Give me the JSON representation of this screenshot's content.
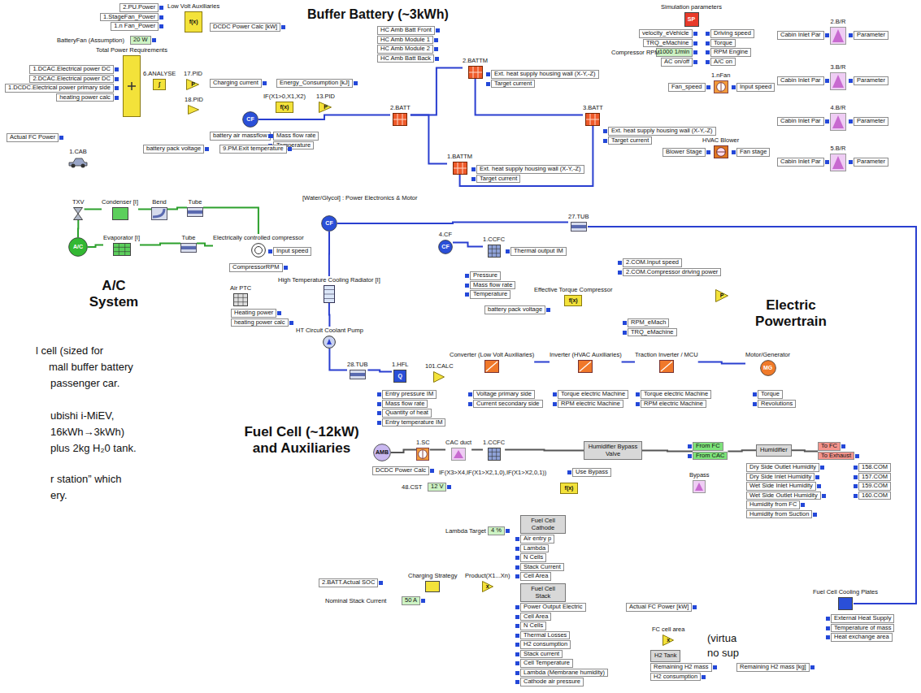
{
  "diagram": {
    "nodes": [
      {
        "text": [
          "2.PU.Power",
          "1.StageFan_Power",
          "1.n Fan_Power"
        ]
      },
      {
        "text": [
          "20 W"
        ]
      },
      {
        "text": [
          "Low Volt Auxiliaries",
          "f(x)"
        ]
      },
      {
        "text": [
          "DCDC Power Calc [kW]"
        ]
      },
      {
        "text": [
          "Total Power Requirements"
        ]
      },
      {
        "text": [
          "1.DCAC.Electrical power DC",
          "2.DCAC.Electrical power DC",
          "1.DCDC.Electrical power primary side",
          "heating power calc"
        ]
      },
      {
        "text": [
          "Actual FC Power"
        ]
      },
      {
        "text": [
          "6.ANALYSE",
          "∫"
        ]
      },
      {
        "text": [
          "17.PID",
          "P"
        ]
      },
      {
        "text": [
          "Charging current"
        ]
      },
      {
        "text": [
          "Energy_Consumption [kJ]"
        ]
      },
      {
        "text": [
          "18.PID"
        ]
      },
      {
        "text": [
          "IF(X1>0,X1,X2)",
          "f(x)"
        ]
      },
      {
        "text": [
          "13.PID",
          "P"
        ]
      },
      {
        "text": [
          "CF"
        ]
      },
      {
        "text": [
          "battery air massflow"
        ]
      },
      {
        "text": [
          "Mass flow rate",
          "Temperature"
        ]
      },
      {
        "text": [
          "battery pack voltage"
        ]
      },
      {
        "text": [
          "9.PM.Exit temperature"
        ]
      },
      {
        "text": [
          "HC Amb Batt Front",
          "HC Amb Module 1",
          "HC Amb Module 2",
          "HC Amb Batt Back"
        ]
      },
      {
        "text": [
          "2.BATTM"
        ]
      },
      {
        "text": [
          "Ext. heat supply housing wall (X-Y,-Z)",
          "Target current"
        ]
      },
      {
        "text": [
          "2.BATT"
        ]
      },
      {
        "text": [
          "1.BATTM"
        ]
      },
      {
        "text": [
          "Ext. heat supply housing wall (X-Y,-Z)",
          "Target current"
        ]
      },
      {
        "text": [
          "3.BATT"
        ]
      },
      {
        "text": [
          "Ext. heat supply housing wall (X-Y,-Z)",
          "Target current"
        ]
      },
      {
        "text": [
          "Simulation parameters",
          "SP"
        ]
      },
      {
        "text": [
          "velocity_eVehicle",
          "TRQ_eMachine"
        ]
      },
      {
        "text": [
          "1000 1/min"
        ]
      },
      {
        "text": [
          "AC on/off"
        ]
      },
      {
        "text": [
          "Driving speed",
          "Torque",
          "RPM Engine",
          "A/C on"
        ]
      },
      {
        "text": [
          "1.nFan"
        ]
      },
      {
        "text": [
          "Fan_speed"
        ]
      },
      {
        "text": [
          "Input speed"
        ]
      },
      {
        "text": [
          "HVAC Blower"
        ]
      },
      {
        "text": [
          "Blower Stage"
        ]
      },
      {
        "text": [
          "Fan stage"
        ]
      },
      {
        "text": [
          "2.B/R"
        ]
      },
      {
        "text": [
          "Cabin Inlet Par"
        ]
      },
      {
        "text": [
          "Parameter"
        ]
      },
      {
        "text": [
          "3.B/R"
        ]
      },
      {
        "text": [
          "Cabin Inlet Par"
        ]
      },
      {
        "text": [
          "Parameter"
        ]
      },
      {
        "text": [
          "4.B/R"
        ]
      },
      {
        "text": [
          "Cabin Inlet Par"
        ]
      },
      {
        "text": [
          "Parameter"
        ]
      },
      {
        "text": [
          "5.B/R"
        ]
      },
      {
        "text": [
          "Cabin Inlet Par"
        ]
      },
      {
        "text": [
          "Parameter"
        ]
      },
      {
        "text": [
          "1.CAB"
        ]
      },
      {
        "text": [
          "TXV"
        ]
      },
      {
        "text": [
          "Condenser [I]"
        ]
      },
      {
        "text": [
          "Bend"
        ]
      },
      {
        "text": [
          "Tube"
        ]
      },
      {
        "text": [
          "A/C"
        ]
      },
      {
        "text": [
          "Evaporator [I]"
        ]
      },
      {
        "text": [
          "Tube"
        ]
      },
      {
        "text": [
          "Electrically controlled compressor"
        ]
      },
      {
        "text": [
          "Input speed"
        ]
      },
      {
        "text": [
          "CompressorRPM"
        ]
      },
      {
        "text": [
          "Air PTC"
        ]
      },
      {
        "text": [
          "Heating power",
          "heating power calc"
        ]
      },
      {
        "text": [
          "CF"
        ]
      },
      {
        "text": [
          "27.TUB"
        ]
      },
      {
        "text": [
          "4.CF",
          "CF"
        ]
      },
      {
        "text": [
          "1.CCFC"
        ]
      },
      {
        "text": [
          "Thermal output IM"
        ]
      },
      {
        "text": [
          "Pressure",
          "Mass flow rate",
          "Temperature"
        ]
      },
      {
        "text": [
          "2.COM.Input speed",
          "2.COM.Compressor driving power"
        ]
      },
      {
        "text": [
          "High Temperature Cooling Radiator [I]"
        ]
      },
      {
        "text": [
          "Effective Torque Compressor",
          "f(x)"
        ]
      },
      {
        "text": [
          "P"
        ]
      },
      {
        "text": [
          "battery pack voltage"
        ]
      },
      {
        "text": [
          "RPM_eMach",
          "TRQ_eMachine"
        ]
      },
      {
        "text": [
          "HT Circuit Coolant Pump"
        ]
      },
      {
        "text": [
          "28.TUB"
        ]
      },
      {
        "text": [
          "1.HFL",
          "Q"
        ]
      },
      {
        "text": [
          "Entry pressure IM",
          "Mass flow rate",
          "Quantity of heat",
          "Entry temperature IM"
        ]
      },
      {
        "text": [
          "101.CALC"
        ]
      },
      {
        "text": [
          "Converter (Low Volt Auxiliaries)"
        ]
      },
      {
        "text": [
          "Voltage primary side",
          "Current secondary side"
        ]
      },
      {
        "text": [
          "Inverter (HVAC Auxiliaries)"
        ]
      },
      {
        "text": [
          "Torque electric Machine",
          "RPM electric Machine"
        ]
      },
      {
        "text": [
          "Traction Inverter / MCU"
        ]
      },
      {
        "text": [
          "Torque electric Machine",
          "RPM electric Machine"
        ]
      },
      {
        "text": [
          "Motor/Generator",
          "MG"
        ]
      },
      {
        "text": [
          "Torque",
          "Revolutions"
        ]
      },
      {
        "text": [
          "AMB"
        ]
      },
      {
        "text": [
          "1.SC"
        ]
      },
      {
        "text": [
          "CAC duct"
        ]
      },
      {
        "text": [
          "1.CCFC"
        ]
      },
      {
        "text": [
          "Humidifier Bypass Valve"
        ]
      },
      {
        "text": [
          "Use Bypass"
        ]
      },
      {
        "text": [
          "From FC",
          "From CAC"
        ]
      },
      {
        "text": [
          "Humidifier"
        ]
      },
      {
        "text": [
          "To FC",
          "To Exhaust"
        ]
      },
      {
        "text": [
          "Dry Side Outlet Humidity",
          "Dry Side Inlet Humidity",
          "Wet Side Inlet Humidity",
          "Wet Side Outlet Humidity",
          "Humidity from FC",
          "Humidity from Suction"
        ]
      },
      {
        "text": [
          "158.COM",
          "157.COM",
          "159.COM",
          "160.COM"
        ]
      },
      {
        "text": [
          "Bypass"
        ]
      },
      {
        "text": [
          "DCDC Power Calc"
        ]
      },
      {
        "text": [
          "12 V"
        ]
      },
      {
        "text": [
          "4 %"
        ]
      },
      {
        "text": [
          "Fuel Cell Cathode"
        ]
      },
      {
        "text": [
          "Air entry p",
          "Lambda",
          "N Cells",
          "Stack Current",
          "Cell Area"
        ]
      },
      {
        "text": [
          "Fuel Cell Stack"
        ]
      },
      {
        "text": [
          "Power Output Electric",
          "Cell Area",
          "N Cells",
          "Thermal Losses",
          "H2 consumption",
          "Stack current",
          "Cell Temperature",
          "Lambda (Membrane humidity)",
          "Cathode air pressure"
        ]
      },
      {
        "text": [
          "Charging Strategy"
        ]
      },
      {
        "text": [
          "Product(X1...Xn)",
          "x"
        ]
      },
      {
        "text": [
          "2.BATT.Actual SOC"
        ]
      },
      {
        "text": [
          "50 A"
        ]
      },
      {
        "text": [
          "Actual FC Power [kW]"
        ]
      },
      {
        "text": [
          "FC cell area",
          "x"
        ]
      },
      {
        "text": [
          "Fuel Cell Cooling Plates"
        ]
      },
      {
        "text": [
          "External Heat Supply",
          "Temperature of mass",
          "Heat exchange area"
        ]
      },
      {
        "text": [
          "H2 Tank"
        ]
      },
      {
        "text": [
          "Remaining H2 mass",
          "H2 consumption"
        ]
      },
      {
        "text": [
          "Remaining H2 mass [kg]"
        ]
      },
      {
        "text": [
          "f(x)"
        ]
      }
    ],
    "edges": [
      {
        "from": 55,
        "to": 51,
        "arrow": "none"
      },
      {
        "from": 51,
        "to": 52,
        "arrow": "none"
      },
      {
        "from": 52,
        "to": 53,
        "arrow": "none"
      },
      {
        "from": 53,
        "to": 54,
        "arrow": "none"
      },
      {
        "from": 54,
        "to": 58,
        "arrow": "none"
      },
      {
        "from": 58,
        "to": 57,
        "arrow": "none"
      },
      {
        "from": 57,
        "to": 56,
        "arrow": "none"
      },
      {
        "from": 56,
        "to": 55,
        "arrow": "none"
      },
      {
        "from": 14,
        "to": 22,
        "arrow": "none"
      },
      {
        "from": 22,
        "to": 20,
        "arrow": "none"
      },
      {
        "from": 22,
        "to": 23,
        "arrow": "none"
      },
      {
        "from": 20,
        "to": 25,
        "arrow": "none"
      },
      {
        "from": 23,
        "to": 25,
        "arrow": "none"
      },
      {
        "from": 63,
        "to": 64,
        "arrow": "none"
      },
      {
        "from": 63,
        "to": 70,
        "arrow": "none"
      },
      {
        "from": 70,
        "to": 75,
        "arrow": "none"
      },
      {
        "from": 75,
        "to": 76,
        "arrow": "none"
      },
      {
        "from": 76,
        "to": 77,
        "arrow": "none"
      },
      {
        "from": 80,
        "to": 82,
        "arrow": "none"
      },
      {
        "from": 82,
        "to": 84,
        "arrow": "none"
      },
      {
        "from": 84,
        "to": 86,
        "arrow": "none"
      },
      {
        "from": 65,
        "to": 66,
        "arrow": "none"
      },
      {
        "from": 88,
        "to": 89,
        "arrow": "none"
      },
      {
        "from": 89,
        "to": 90,
        "arrow": "none"
      },
      {
        "from": 90,
        "to": 91,
        "arrow": "none"
      },
      {
        "from": 91,
        "to": 92,
        "arrow": "none"
      },
      {
        "from": 92,
        "to": 94,
        "arrow": "none"
      },
      {
        "from": 94,
        "to": 95,
        "arrow": "none"
      },
      {
        "from": 95,
        "to": 96,
        "arrow": "none"
      }
    ],
    "labels": [
      "Buffer Battery (~3kWh)",
      "BatteryFan (Assumption)",
      "Compressor RPM",
      "A/C System",
      "[Water/Glycol] : Power Electronics & Motor",
      "Electric Powertrain",
      "IF(X3>X4,IF(X1>X2,1,0),IF(X1>X2,0,1))",
      "48.CST",
      "Fuel Cell (~12kW) and Auxiliaries",
      "Lambda Target",
      "Nominal Stack Current",
      "l cell (sized for",
      "mall buffer battery",
      "passenger car.",
      "ubishi i-MiEV,",
      "16kWh→3kWh)",
      "plus 2kg H₂0 tank.",
      "r station” which",
      "ery.",
      "(virtua",
      "no sup"
    ]
  }
}
